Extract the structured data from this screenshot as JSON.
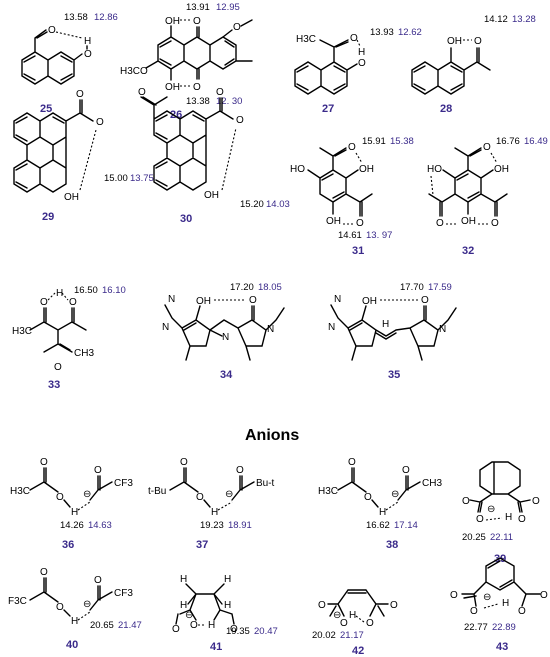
{
  "section_title": "Anions",
  "colors": {
    "compound_number": "#3a2a8a",
    "value_second": "#3a2a8a",
    "value_first": "#000000"
  },
  "atoms": {
    "O": "O",
    "H": "H",
    "N": "N",
    "OH": "OH",
    "H3C": "H3C",
    "CH3": "CH3",
    "H3CO": "H3CO",
    "CF3": "CF3",
    "F3C": "F3C",
    "tBu": "t-Bu",
    "Bu_t": "Bu-t",
    "HO": "HO",
    "minus": "⊖"
  },
  "compounds": [
    {
      "number": "25",
      "values": [
        "13.58",
        "12.86"
      ]
    },
    {
      "number": "26",
      "values": [
        "13.91",
        "12.95"
      ],
      "values_b": [
        "13.38",
        "12. 30"
      ]
    },
    {
      "number": "27",
      "values": [
        "13.93",
        "12.62"
      ]
    },
    {
      "number": "28",
      "values": [
        "14.12",
        "13.28"
      ]
    },
    {
      "number": "29",
      "values": [
        "15.00",
        "13.75"
      ]
    },
    {
      "number": "30",
      "values": [
        "15.20",
        "14.03"
      ]
    },
    {
      "number": "31",
      "values": [
        "15.91",
        "15.38"
      ],
      "values_b": [
        "14.61",
        "13. 97"
      ]
    },
    {
      "number": "32",
      "values": [
        "16.76",
        "16.49"
      ]
    },
    {
      "number": "33",
      "values": [
        "16.50",
        "16.10"
      ]
    },
    {
      "number": "34",
      "values": [
        "17.20",
        "18.05"
      ]
    },
    {
      "number": "35",
      "values": [
        "17.70",
        "17.59"
      ]
    },
    {
      "number": "36",
      "values": [
        "14.26",
        "14.63"
      ]
    },
    {
      "number": "37",
      "values": [
        "19.23",
        "18.91"
      ]
    },
    {
      "number": "38",
      "values": [
        "16.62",
        "17.14"
      ]
    },
    {
      "number": "39",
      "values": [
        "20.25",
        "22.11"
      ]
    },
    {
      "number": "40",
      "values": [
        "20.65",
        "21.47"
      ]
    },
    {
      "number": "41",
      "values": [
        "19.35",
        "20.47"
      ]
    },
    {
      "number": "42",
      "values": [
        "20.02",
        "21.17"
      ]
    },
    {
      "number": "43",
      "values": [
        "22.77",
        "22.89"
      ]
    }
  ]
}
